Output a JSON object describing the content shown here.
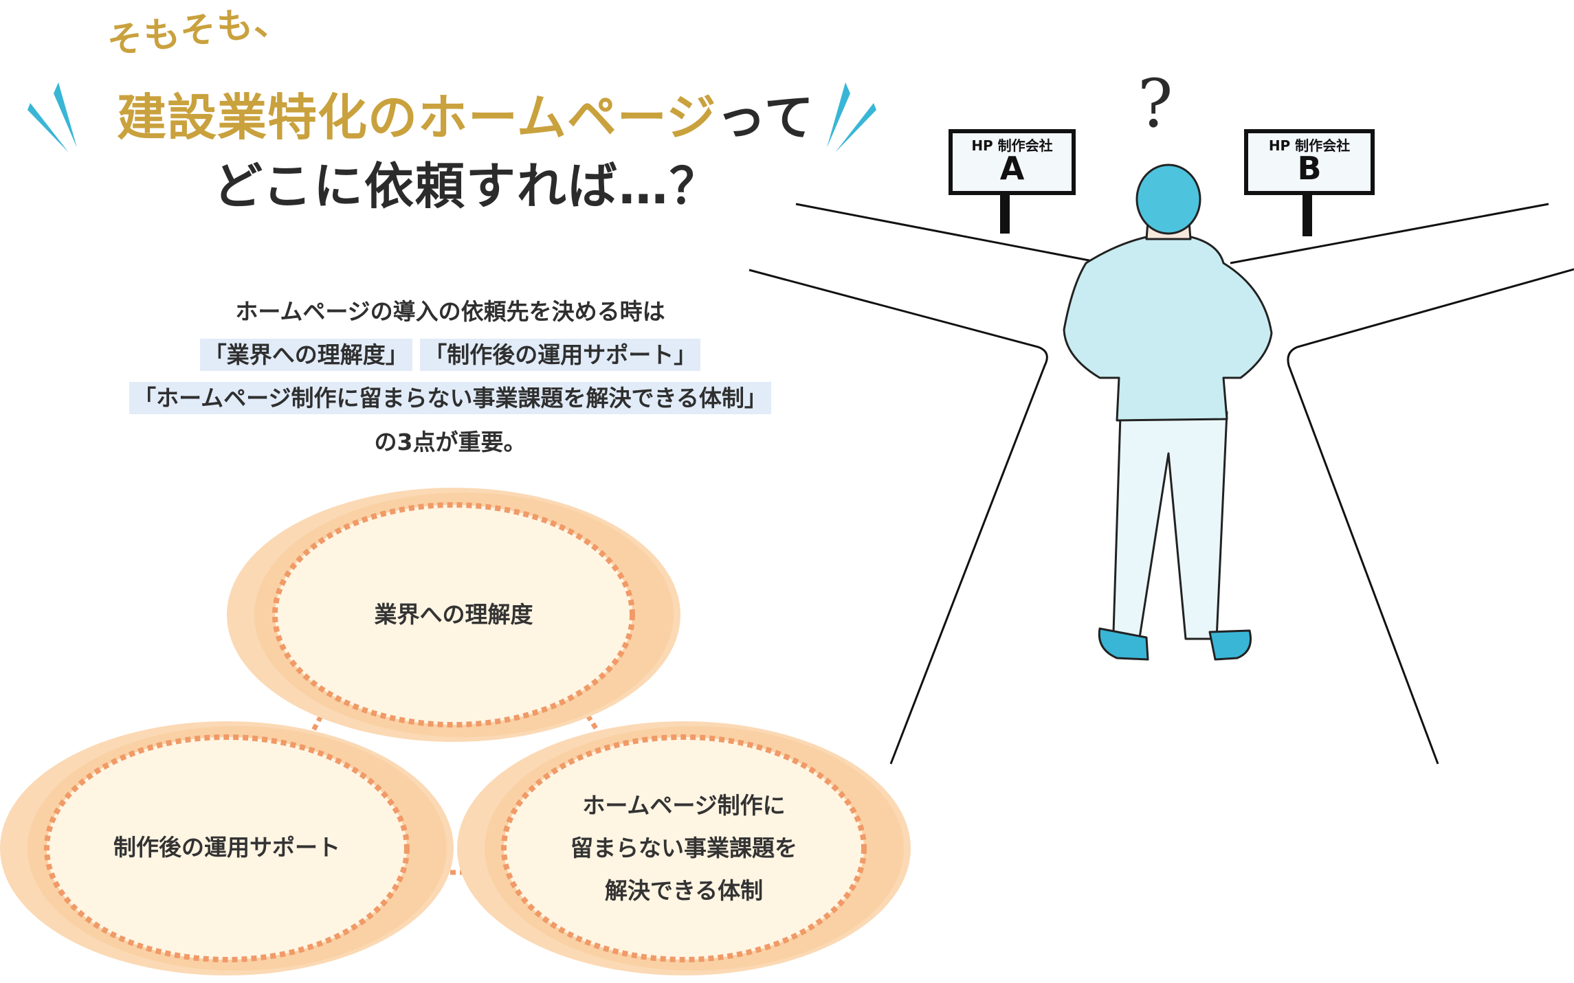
{
  "heading": {
    "kicker": "そもそも、",
    "title_line1_highlight": "建設業特化のホームページ",
    "title_line1_rest": "って",
    "title_line2": "どこに依頼すれば…？"
  },
  "intro": {
    "line1": "ホームページの導入の依頼先を決める時は",
    "highlight1": "「業界への理解度」",
    "highlight2": "「制作後の運用サポート」",
    "highlight3": "「ホームページ制作に留まらない事業課題を解決できる体制」",
    "line4": "の3点が重要。"
  },
  "venn": {
    "top": "業界への理解度",
    "left": "制作後の運用サポート",
    "right_line1": "ホームページ制作に",
    "right_line2": "留まらない事業課題を",
    "right_line3": "解決できる体制"
  },
  "scene": {
    "question_mark": "?",
    "sign_a": {
      "company": "HP 制作会社",
      "letter": "A"
    },
    "sign_b": {
      "company": "HP 制作会社",
      "letter": "B"
    }
  },
  "colors": {
    "gold": "#c9a13d",
    "dark_text": "#2b2b2b",
    "highlight_bg": "#e2ecf8",
    "circle_outer": "#fbd9b4",
    "circle_inner": "#fff5e3",
    "dotted": "#f09a68",
    "accent_blue": "#39b6d6",
    "shirt": "#c8ecf1",
    "hair": "#4ec3dd"
  }
}
